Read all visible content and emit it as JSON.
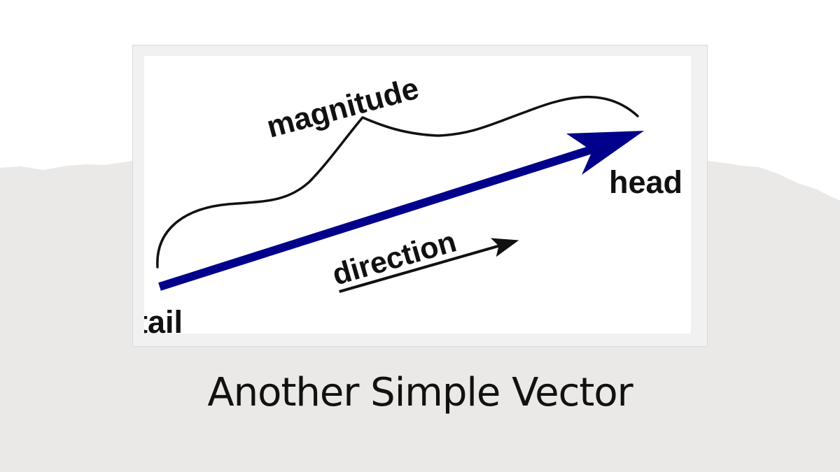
{
  "slide": {
    "background": "#ffffff",
    "paper_color": "#eae9e7",
    "caption": "Another Simple Vector"
  },
  "diagram": {
    "labels": {
      "magnitude": "magnitude",
      "direction": "direction",
      "head": "head",
      "tail": "tail"
    },
    "colors": {
      "vector": "#00008b",
      "ink": "#111111"
    }
  }
}
